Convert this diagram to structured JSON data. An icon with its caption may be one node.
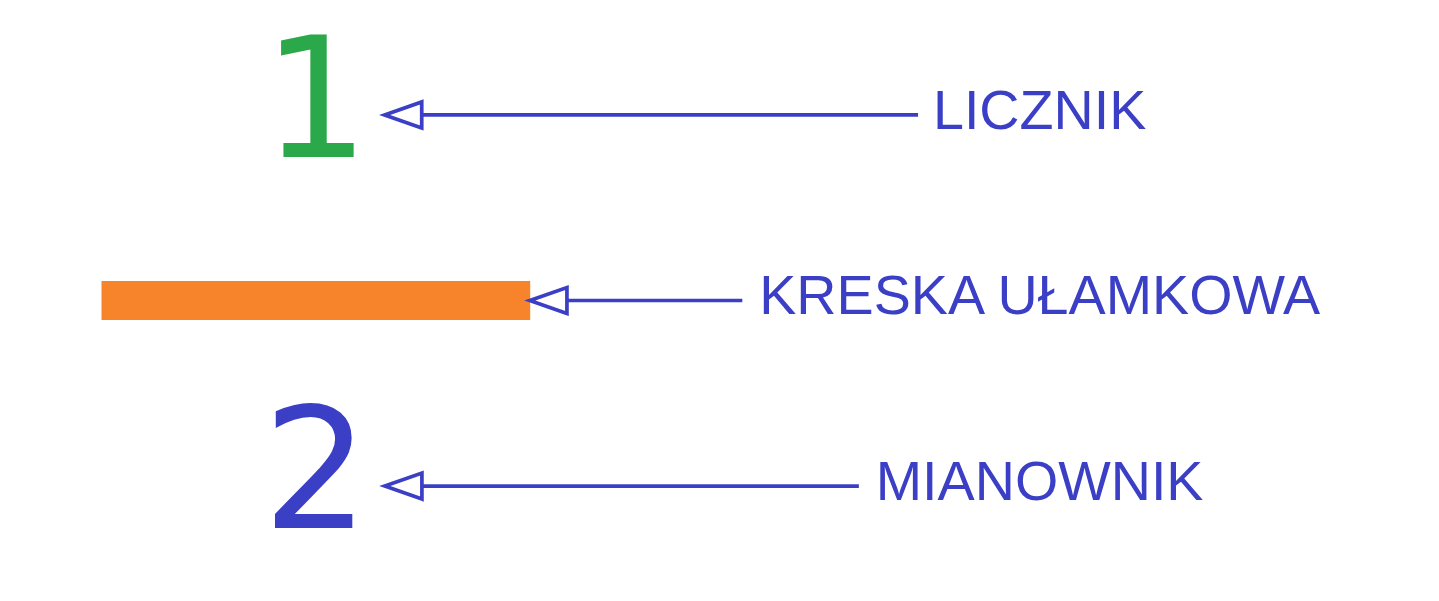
{
  "diagram": {
    "nodes": [
      {
        "text": [
          "1"
        ]
      },
      {
        "text": [
          "LICZNIK"
        ]
      },
      {
        "text": [],
        "shape": "bar"
      },
      {
        "text": [
          "KRESKA UŁAMKOWA"
        ]
      },
      {
        "text": [
          "2"
        ]
      },
      {
        "text": [
          "MIANOWNIK"
        ]
      }
    ],
    "edges": [
      {
        "from": 1,
        "to": 0,
        "arrow": "to"
      },
      {
        "from": 3,
        "to": 2,
        "arrow": "to"
      },
      {
        "from": 5,
        "to": 4,
        "arrow": "to"
      }
    ]
  }
}
